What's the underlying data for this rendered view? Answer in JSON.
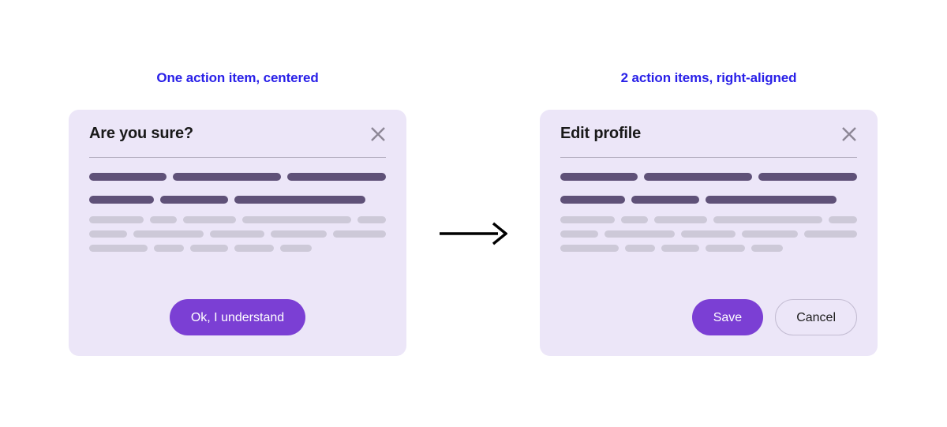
{
  "page": {
    "background": "#ffffff",
    "accent_blue": "#2920e8",
    "accent_purple": "#7b3fd4",
    "card_background": "#ece6f8",
    "skeleton_dark": "#5f5178",
    "skeleton_light": "#cdc9d8"
  },
  "examples": [
    {
      "caption": "One action item, centered",
      "dialog": {
        "title": "Are you sure?",
        "close_icon": "close-icon",
        "actions_alignment": "center",
        "buttons": [
          {
            "label": "Ok, I understand",
            "variant": "primary"
          }
        ]
      }
    },
    {
      "caption": "2 action items, right-aligned",
      "dialog": {
        "title": "Edit profile",
        "close_icon": "close-icon",
        "actions_alignment": "right",
        "buttons": [
          {
            "label": "Save",
            "variant": "primary"
          },
          {
            "label": "Cancel",
            "variant": "secondary"
          }
        ]
      }
    }
  ],
  "skeleton": {
    "rows": [
      {
        "tone": "dark",
        "widths": [
          100,
          8,
          140,
          8,
          128
        ]
      },
      {
        "tone": "dark",
        "widths": [
          82,
          8,
          86,
          8,
          166
        ]
      },
      {
        "tone": "light",
        "widths": [
          74,
          8,
          37,
          8,
          71,
          8,
          148,
          8,
          39
        ]
      },
      {
        "tone": "light",
        "widths": [
          49,
          8,
          92,
          8,
          71,
          8,
          73,
          8,
          69
        ]
      },
      {
        "tone": "light",
        "widths": [
          74,
          8,
          38,
          8,
          48,
          8,
          50,
          8,
          40
        ]
      }
    ]
  },
  "arrow": {
    "name": "right-arrow-icon",
    "direction": "right",
    "color": "#000000"
  }
}
